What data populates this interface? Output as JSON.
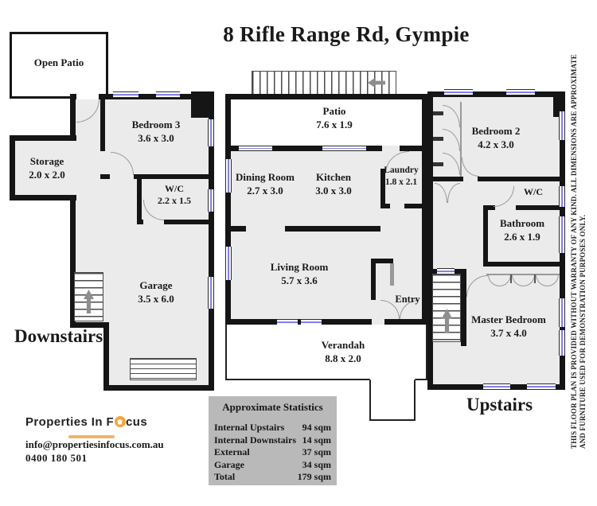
{
  "title": "8 Rifle Range Rd, Gympie",
  "floor_labels": {
    "downstairs": "Downstairs",
    "upstairs": "Upstairs"
  },
  "rooms": {
    "open_patio": {
      "name": "Open Patio",
      "dims": ""
    },
    "bedroom3": {
      "name": "Bedroom 3",
      "dims": "3.6 x 3.0"
    },
    "storage": {
      "name": "Storage",
      "dims": "2.0 x 2.0"
    },
    "wc_down": {
      "name": "W/C",
      "dims": "2.2 x 1.5"
    },
    "garage": {
      "name": "Garage",
      "dims": "3.5 x 6.0"
    },
    "patio": {
      "name": "Patio",
      "dims": "7.6 x 1.9"
    },
    "dining": {
      "name": "Dining Room",
      "dims": "2.7 x 3.0"
    },
    "kitchen": {
      "name": "Kitchen",
      "dims": "3.0 x 3.0"
    },
    "laundry": {
      "name": "Laundry",
      "dims": "1.8 x 2.1"
    },
    "living": {
      "name": "Living Room",
      "dims": "5.7 x 3.6"
    },
    "entry": {
      "name": "Entry",
      "dims": ""
    },
    "verandah": {
      "name": "Verandah",
      "dims": "8.8 x 2.0"
    },
    "bedroom2": {
      "name": "Bedroom 2",
      "dims": "4.2 x 3.0"
    },
    "wc_up": {
      "name": "W/C",
      "dims": ""
    },
    "bathroom": {
      "name": "Bathroom",
      "dims": "2.6 x 1.9"
    },
    "master": {
      "name": "Master Bedroom",
      "dims": "3.7 x 4.0"
    }
  },
  "stats": {
    "header": "Approximate Statistics",
    "rows": [
      {
        "label": "Internal Upstairs",
        "value": "94 sqm"
      },
      {
        "label": "Internal Downstairs",
        "value": "14 sqm"
      },
      {
        "label": "External",
        "value": "37 sqm"
      },
      {
        "label": "Garage",
        "value": "34 sqm"
      },
      {
        "label": "Total",
        "value": "179 sqm"
      }
    ]
  },
  "branding": {
    "logo_part1": "Properties In F",
    "logo_part2": "cus",
    "email": "info@propertiesinfocus.com.au",
    "phone": "0400 180 501"
  },
  "disclaimer": {
    "line1": "THIS FLOOR PLAN IS PROVIDED WITHOUT WARRANTY OF ANY KIND. ALL DIMENSIONS ARE APPROXIMATE",
    "line2": "AND FURNITURE USED FOR DEMONSTRATION PURPOSES ONLY."
  },
  "colors": {
    "wall": "#151515",
    "room_fill": "#ebebeb",
    "window_blue": "#7d7de2",
    "stats_bg": "#b9b9b9",
    "logo_orange": "#f2a640",
    "arrow_gray": "#8e8e8e"
  }
}
